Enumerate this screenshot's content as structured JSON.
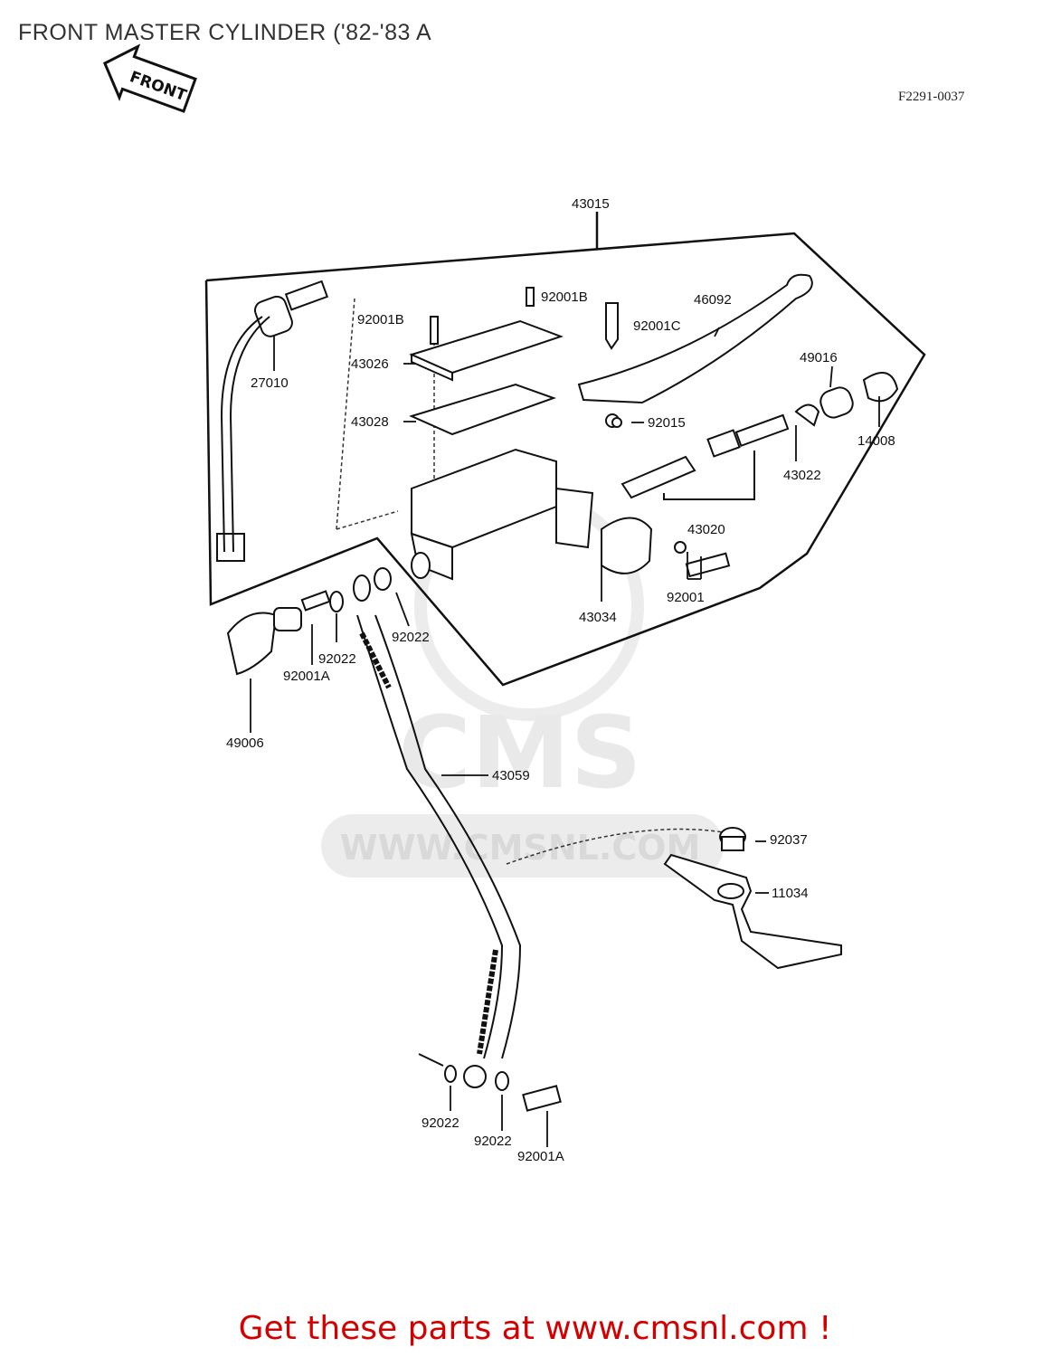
{
  "title": "FRONT MASTER CYLINDER ('82-'83 A",
  "figure_code": "F2291-0037",
  "front_tag": "FRONT",
  "watermark": {
    "brand": "CMS",
    "url": "WWW.CMSNL.COM"
  },
  "banner": "Get these parts at www.cmsnl.com !",
  "parts": {
    "p43015": "43015",
    "p27010": "27010",
    "p92001B_a": "92001B",
    "p92001B_b": "92001B",
    "p92001C": "92001C",
    "p46092": "46092",
    "p43026": "43026",
    "p43028": "43028",
    "p92015": "92015",
    "p49016": "49016",
    "p14008": "14008",
    "p43022": "43022",
    "p43020": "43020",
    "p92001": "92001",
    "p43034": "43034",
    "p92022_a": "92022",
    "p92022_b": "92022",
    "p92001A_a": "92001A",
    "p49006": "49006",
    "p43059": "43059",
    "p92037": "92037",
    "p11034": "11034",
    "p92022_c": "92022",
    "p92022_d": "92022",
    "p92001A_b": "92001A"
  },
  "colors": {
    "banner": "#d40000",
    "line": "#111111",
    "watermark": "#e6e6e6"
  }
}
